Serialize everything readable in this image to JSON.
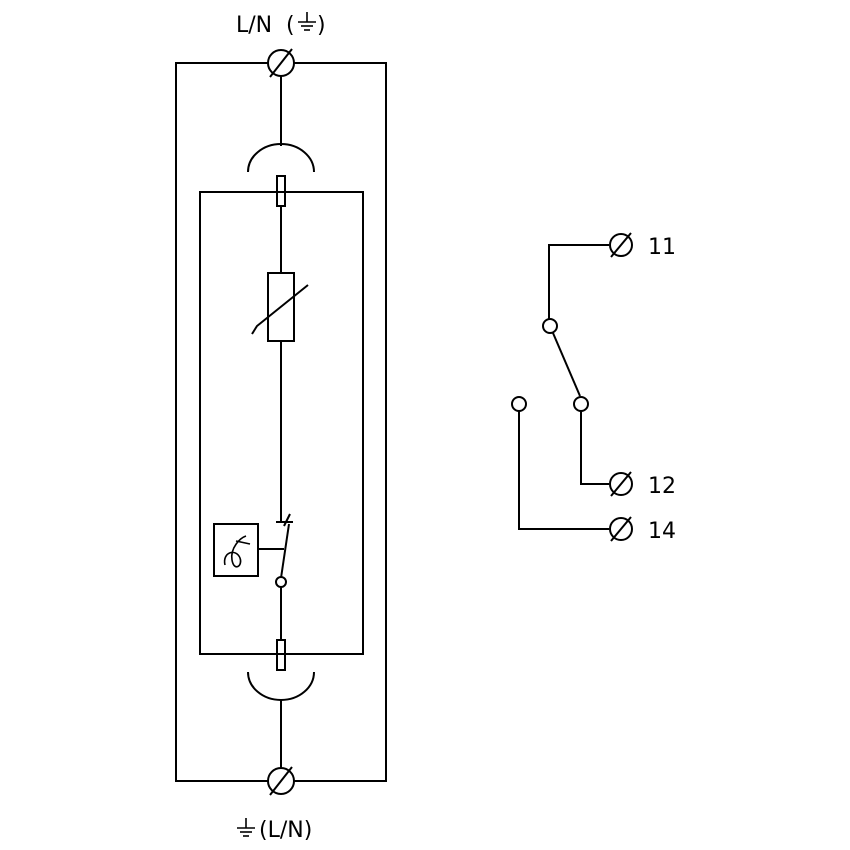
{
  "terminals": {
    "top_line": "L/N",
    "top_alt": "",
    "bottom_line": "(L/N)",
    "contact_11": "11",
    "contact_12": "12",
    "contact_14": "14"
  },
  "icons": {
    "ground": "ground-icon",
    "varistor": "varistor-icon",
    "thermal": "thermal-disconnector-icon",
    "terminal": "screw-terminal-icon"
  },
  "colors": {
    "line": "#000000",
    "background": "#ffffff"
  }
}
